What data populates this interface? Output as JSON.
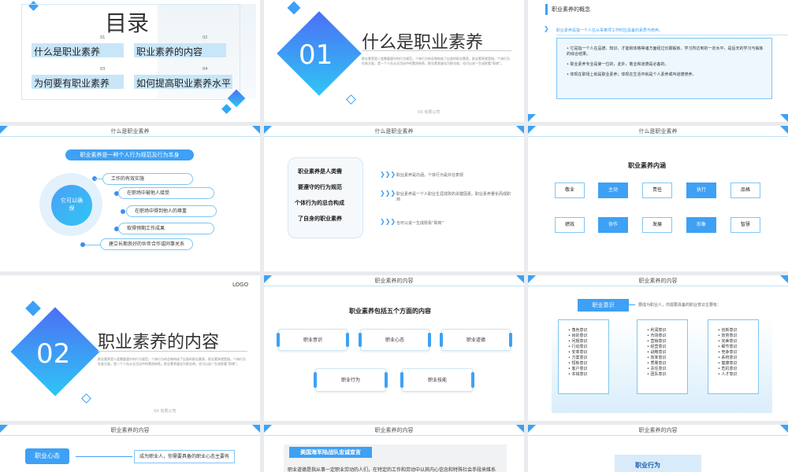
{
  "slides": {
    "s1": {
      "title": "目录",
      "items": [
        {
          "num": "01",
          "label": "什么是职业素养"
        },
        {
          "num": "02",
          "label": "职业素养的内容"
        },
        {
          "num": "03",
          "label": "为何要有职业素养"
        },
        {
          "num": "04",
          "label": "如何提高职业素养水平"
        }
      ]
    },
    "s2": {
      "num": "01",
      "title": "什么是职业素养",
      "body": "职业素养是人类需要遵守的行为规范，个体行为的总和构成了自身的职业素养。职业素养就是指，个体行为在各方面，是一个人在从业活动中的素质修养。职业素养量化为职业商，也可以说一生成败看“职商”。",
      "footer": "XX 有限公司"
    },
    "s3": {
      "heading": "职业素养的概念",
      "intro": "职业素养是指一个人在从事某项工作时应具备的素质与修养。",
      "bullets": [
        "它是指一个人在品德、知识、才能和体格等诸方面经过长期锻炼、学习所达到的一定水平，是后天的学习与锻炼的综合结果。",
        "职业素养专业是第一位的，此外，敬业和道德是必备的。",
        "体现在职场上就是职业素养；体现在生活中就是个人素养或叫道德修养。"
      ]
    },
    "s4": {
      "header": "什么是职业素养",
      "banner": "职业素养是一种个人行为规范及行为本身",
      "center": "它可以确保",
      "items": [
        "工作的有效实施",
        "在职场中被他人接受",
        "在职场中得到他人的尊重",
        "取得预期工作成果",
        "建立长期良好的伙伴合作或同事关系"
      ]
    },
    "s5": {
      "header": "什么是职业素养",
      "quote_lines": [
        "职业素养是人类需",
        "要遵守的行为规范",
        "个体行为的总合构成",
        "了自身的职业素养"
      ],
      "points": [
        "职业素养是内涵，个体行为是外在表现",
        "职业素养是一个人职业生涯成败的关键因素。职业素养量化而成职商",
        "也可以说一生成败看“职商”"
      ]
    },
    "s6": {
      "header": "什么是职业素养",
      "title": "职业素养内涵",
      "row1": [
        "敬业",
        "主动",
        "责任",
        "执行",
        "品格"
      ],
      "row2": [
        "绩效",
        "协作",
        "发展",
        "形象",
        "智慧"
      ]
    },
    "s7": {
      "num": "02",
      "title": "职业素养的内容",
      "logo": "LOGO",
      "body": "职业素养是人类需要遵守的行为规范，个体行为的总和构成了自身的职业素养。职业素养就是指，个体行为在各方面，是一个人在从业活动中的素质修养。职业素养量化为职业商，也可以说一生成败看“职商”。",
      "footer": "XX 有限公司"
    },
    "s8": {
      "header": "职业素养的内容",
      "title": "职业素养包括五个方面的内容",
      "cards": [
        "职业意识",
        "职业心态",
        "职业道德",
        "职业行为",
        "职业技能"
      ]
    },
    "s9": {
      "header": "职业素养的内容",
      "tag": "职业意识",
      "intro": "要成为职业人，你需要具备的职业意识主要有：",
      "col1": [
        "角色意识",
        "目的意识",
        "问题意识",
        "行动意识",
        "安率意识",
        "方案意识",
        "短板意识",
        "客户意识",
        "本钱意识"
      ],
      "col2": [
        "利润意识",
        "市场意识",
        "营销意识",
        "经营意识",
        "战略意识",
        "效率意识",
        "质量意识",
        "责任意识",
        "团队意识"
      ],
      "col3": [
        "创新意识",
        "效劳意识",
        "完美意识",
        "细节意识",
        "竞争意识",
        "系统意识",
        "健康意识",
        "危机意识",
        "人才意识"
      ]
    },
    "s10": {
      "header": "职业素养的内容",
      "tag": "职业心态",
      "text": "成为职业人，你需要具备的职业心态主要有"
    },
    "s11": {
      "header": "职业素养的内容",
      "banner": "美国海军陆战队忠诚宣言",
      "text": "职业道德是指从事一定职业劳动的人们，在特定的工作和劳动中以其内心信念和特殊社会手段来维系"
    },
    "s12": {
      "header": "职业素养的内容",
      "tag": "职业行为"
    }
  }
}
